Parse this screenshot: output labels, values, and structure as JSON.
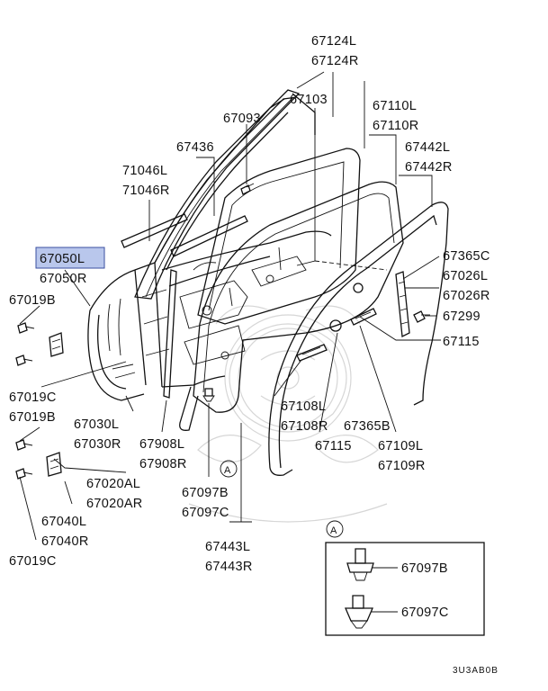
{
  "diagram": {
    "figure_code": "3U3AB0B",
    "callout_letter": "A",
    "selected_part": "67050L",
    "labels": {
      "p67124L": "67124L",
      "p67124R": "67124R",
      "p67103": "67103",
      "p67110L": "67110L",
      "p67110R": "67110R",
      "p67093": "67093",
      "p67436": "67436",
      "p67442L": "67442L",
      "p67442R": "67442R",
      "p71046L": "71046L",
      "p71046R": "71046R",
      "p67050L": "67050L",
      "p67050R": "67050R",
      "p67365C": "67365C",
      "p67026L": "67026L",
      "p67026R": "67026R",
      "p67019B_a": "67019B",
      "p67299": "67299",
      "p67115_a": "67115",
      "p67019C_a": "67019C",
      "p67019B_b": "67019B",
      "p67030L": "67030L",
      "p67030R": "67030R",
      "p67908L": "67908L",
      "p67908R": "67908R",
      "p67108L": "67108L",
      "p67108R": "67108R",
      "p67365B": "67365B",
      "p67115_b": "67115",
      "p67109L": "67109L",
      "p67109R": "67109R",
      "p67020AL": "67020AL",
      "p67020AR": "67020AR",
      "p67097B_a": "67097B",
      "p67097C_a": "67097C",
      "p67040L": "67040L",
      "p67040R": "67040R",
      "p67019C_b": "67019C",
      "p67443L": "67443L",
      "p67443R": "67443R",
      "detail_67097B": "67097B",
      "detail_67097C": "67097C"
    },
    "icons": [
      "clip-67097b-icon",
      "clip-67097c-icon",
      "bolt-icon",
      "hinge-icon",
      "watermark-emblem-icon"
    ]
  }
}
